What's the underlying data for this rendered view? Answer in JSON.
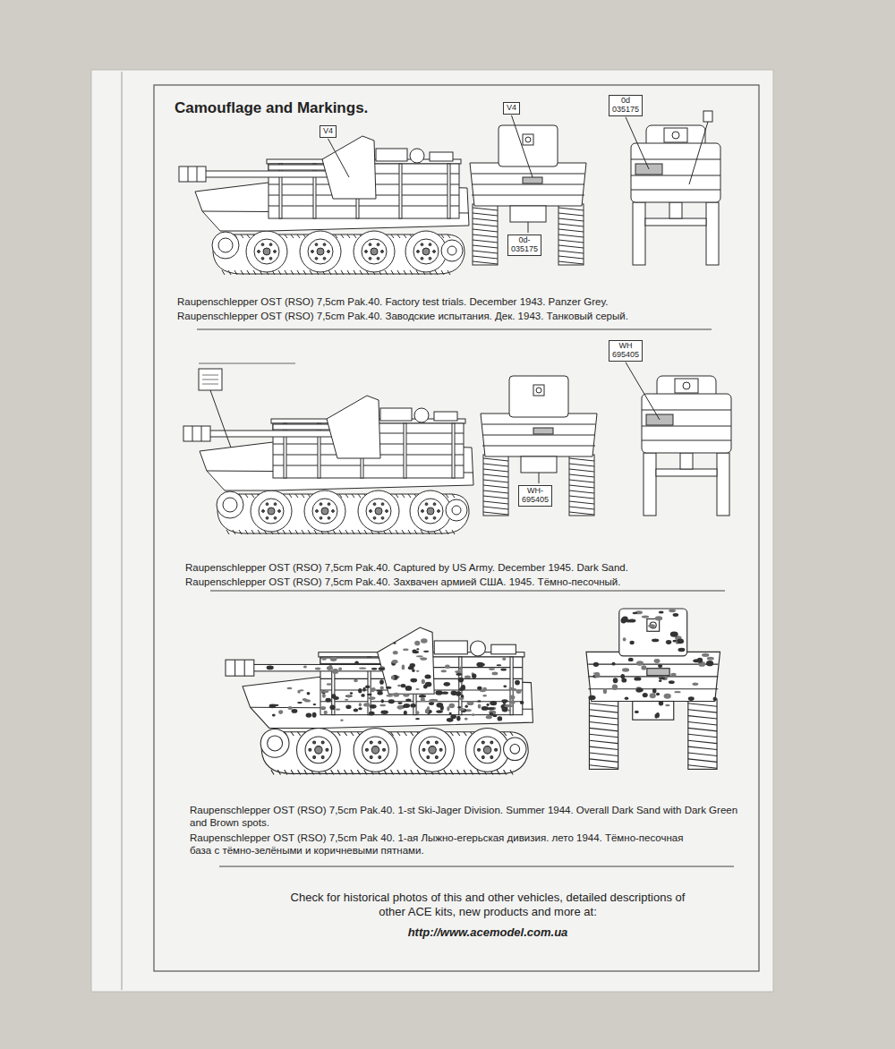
{
  "diagram": {
    "title": "Camouflage and Markings.",
    "nodes": [
      {
        "text": [
          "V4"
        ]
      },
      {
        "text": [
          "V4"
        ]
      },
      {
        "text": [
          "0d 035175"
        ]
      },
      {
        "text": [
          "0d-035175"
        ]
      },
      {
        "text": [
          "WH 695405"
        ]
      },
      {
        "text": [
          "WH-695405"
        ]
      }
    ],
    "labels": [
      "Raupenschlepper OST (RSO) 7,5cm Pak.40. Factory test trials. December 1943. Panzer Grey.",
      "Raupenschlepper OST (RSO) 7,5cm Pak.40. Заводские испытания. Дек. 1943. Танковый серый.",
      "Raupenschlepper OST (RSO) 7,5cm Pak.40. Captured by US Army. December 1945. Dark Sand.",
      "Raupenschlepper OST (RSO) 7,5cm Pak.40. Захвачен армией США. 1945. Тёмно-песочный.",
      "Raupenschlepper OST (RSO) 7,5cm Pak.40. 1-st Ski-Jager Division. Summer 1944. Overall Dark Sand with Dark Green and Brown spots.",
      "Raupenschlepper OST (RSO) 7,5cm Pak 40. 1-ая Лыжно-егерьская дивизия. лето 1944. Тёмно-песочная база с тёмно-зелёными и коричневыми пятнами.",
      "Check for historical photos of this and other vehicles, detailed descriptions of other ACE kits, new products and more at:",
      "http://www.acemodel.com.ua"
    ]
  }
}
